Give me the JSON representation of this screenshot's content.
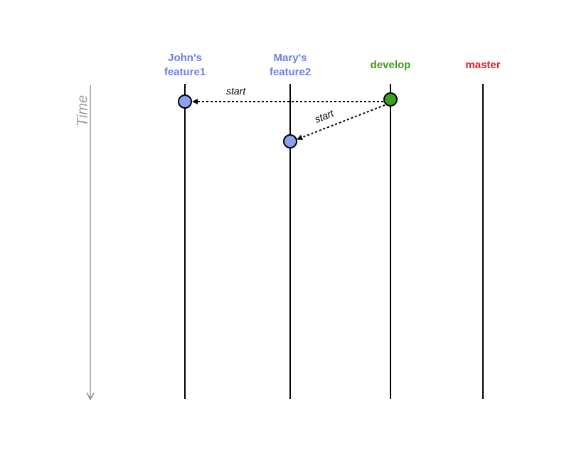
{
  "time_axis_label": "Time",
  "branches": [
    {
      "id": "johns-feature1",
      "label_line1": "John's",
      "label_line2": "feature1",
      "color": "#6b7fe8"
    },
    {
      "id": "marys-feature2",
      "label_line1": "Mary's",
      "label_line2": "feature2",
      "color": "#6b7fe8"
    },
    {
      "id": "develop",
      "label_line1": "develop",
      "label_line2": "",
      "color": "#3f9b1b"
    },
    {
      "id": "master",
      "label_line1": "master",
      "label_line2": "",
      "color": "#e02020"
    }
  ],
  "commits": [
    {
      "branch": "develop",
      "fill": "#3aa01c"
    },
    {
      "branch": "johns-feature1",
      "fill": "#8fa0f0"
    },
    {
      "branch": "marys-feature2",
      "fill": "#8fa0f0"
    }
  ],
  "edges": [
    {
      "from": "develop",
      "to": "johns-feature1",
      "label": "start"
    },
    {
      "from": "develop",
      "to": "marys-feature2",
      "label": "start"
    }
  ],
  "colors": {
    "feature_label": "#6b7fe8",
    "develop_label": "#3f9b1b",
    "master_label": "#e02020",
    "time_axis": "#9a9a9a"
  }
}
